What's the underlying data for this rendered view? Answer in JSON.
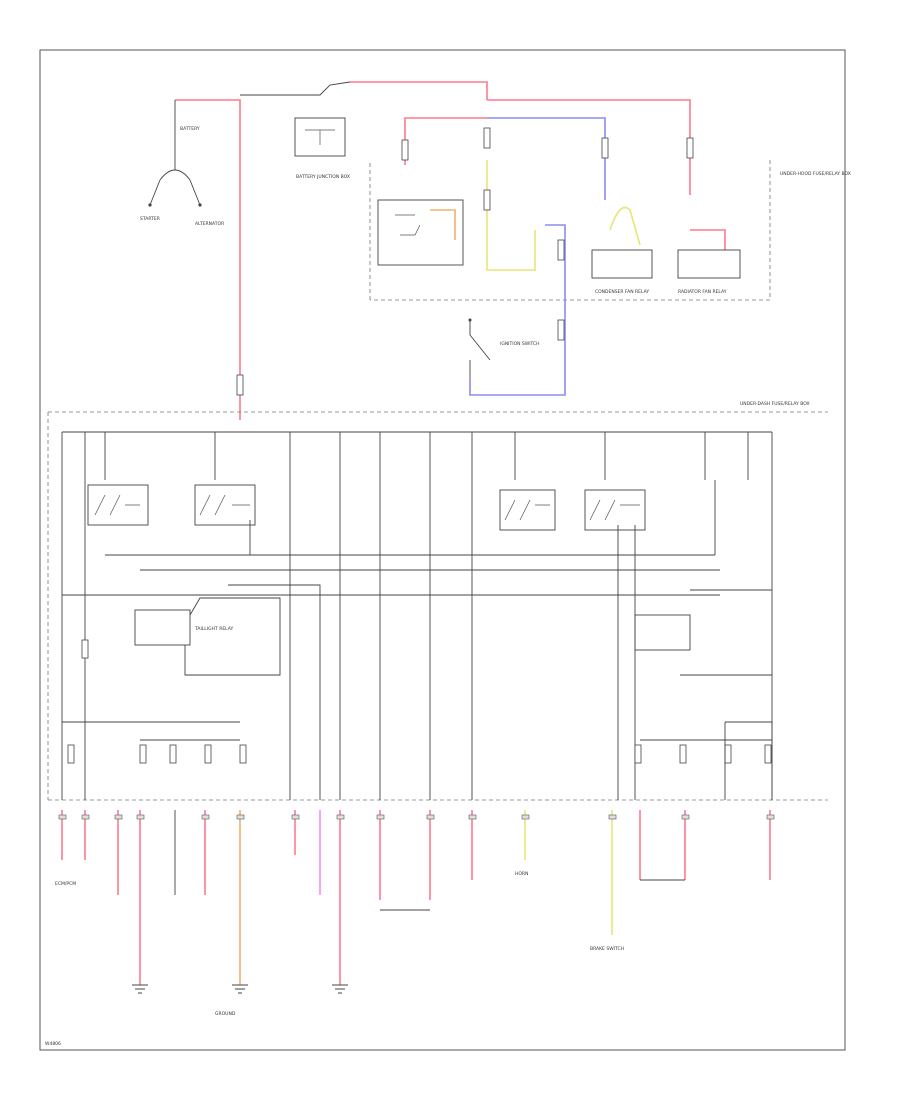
{
  "labels": {
    "battery": "BATTERY",
    "battery_junction": "BATTERY JUNCTION BOX",
    "fuse_relay_box": "UNDER-HOOD FUSE/RELAY BOX",
    "dash_fuse_box": "UNDER-DASH FUSE/RELAY BOX",
    "ignition_switch": "IGNITION SWITCH",
    "fan_relay": "RADIATOR FAN RELAY",
    "condenser_relay": "CONDENSER FAN RELAY",
    "starter": "STARTER",
    "alternator": "ALTERNATOR",
    "ecm": "ECM/PCM",
    "horn": "HORN",
    "brake_switch": "BRAKE SWITCH",
    "taillight": "TAILLIGHT RELAY",
    "ground": "GROUND",
    "footer_code": "W4806"
  },
  "colors": {
    "red": "#ff7a8c",
    "blue": "#8c8cf0",
    "yellow": "#e6e676",
    "orange": "#f0b070",
    "pink": "#f090f0",
    "black": "#444444"
  }
}
